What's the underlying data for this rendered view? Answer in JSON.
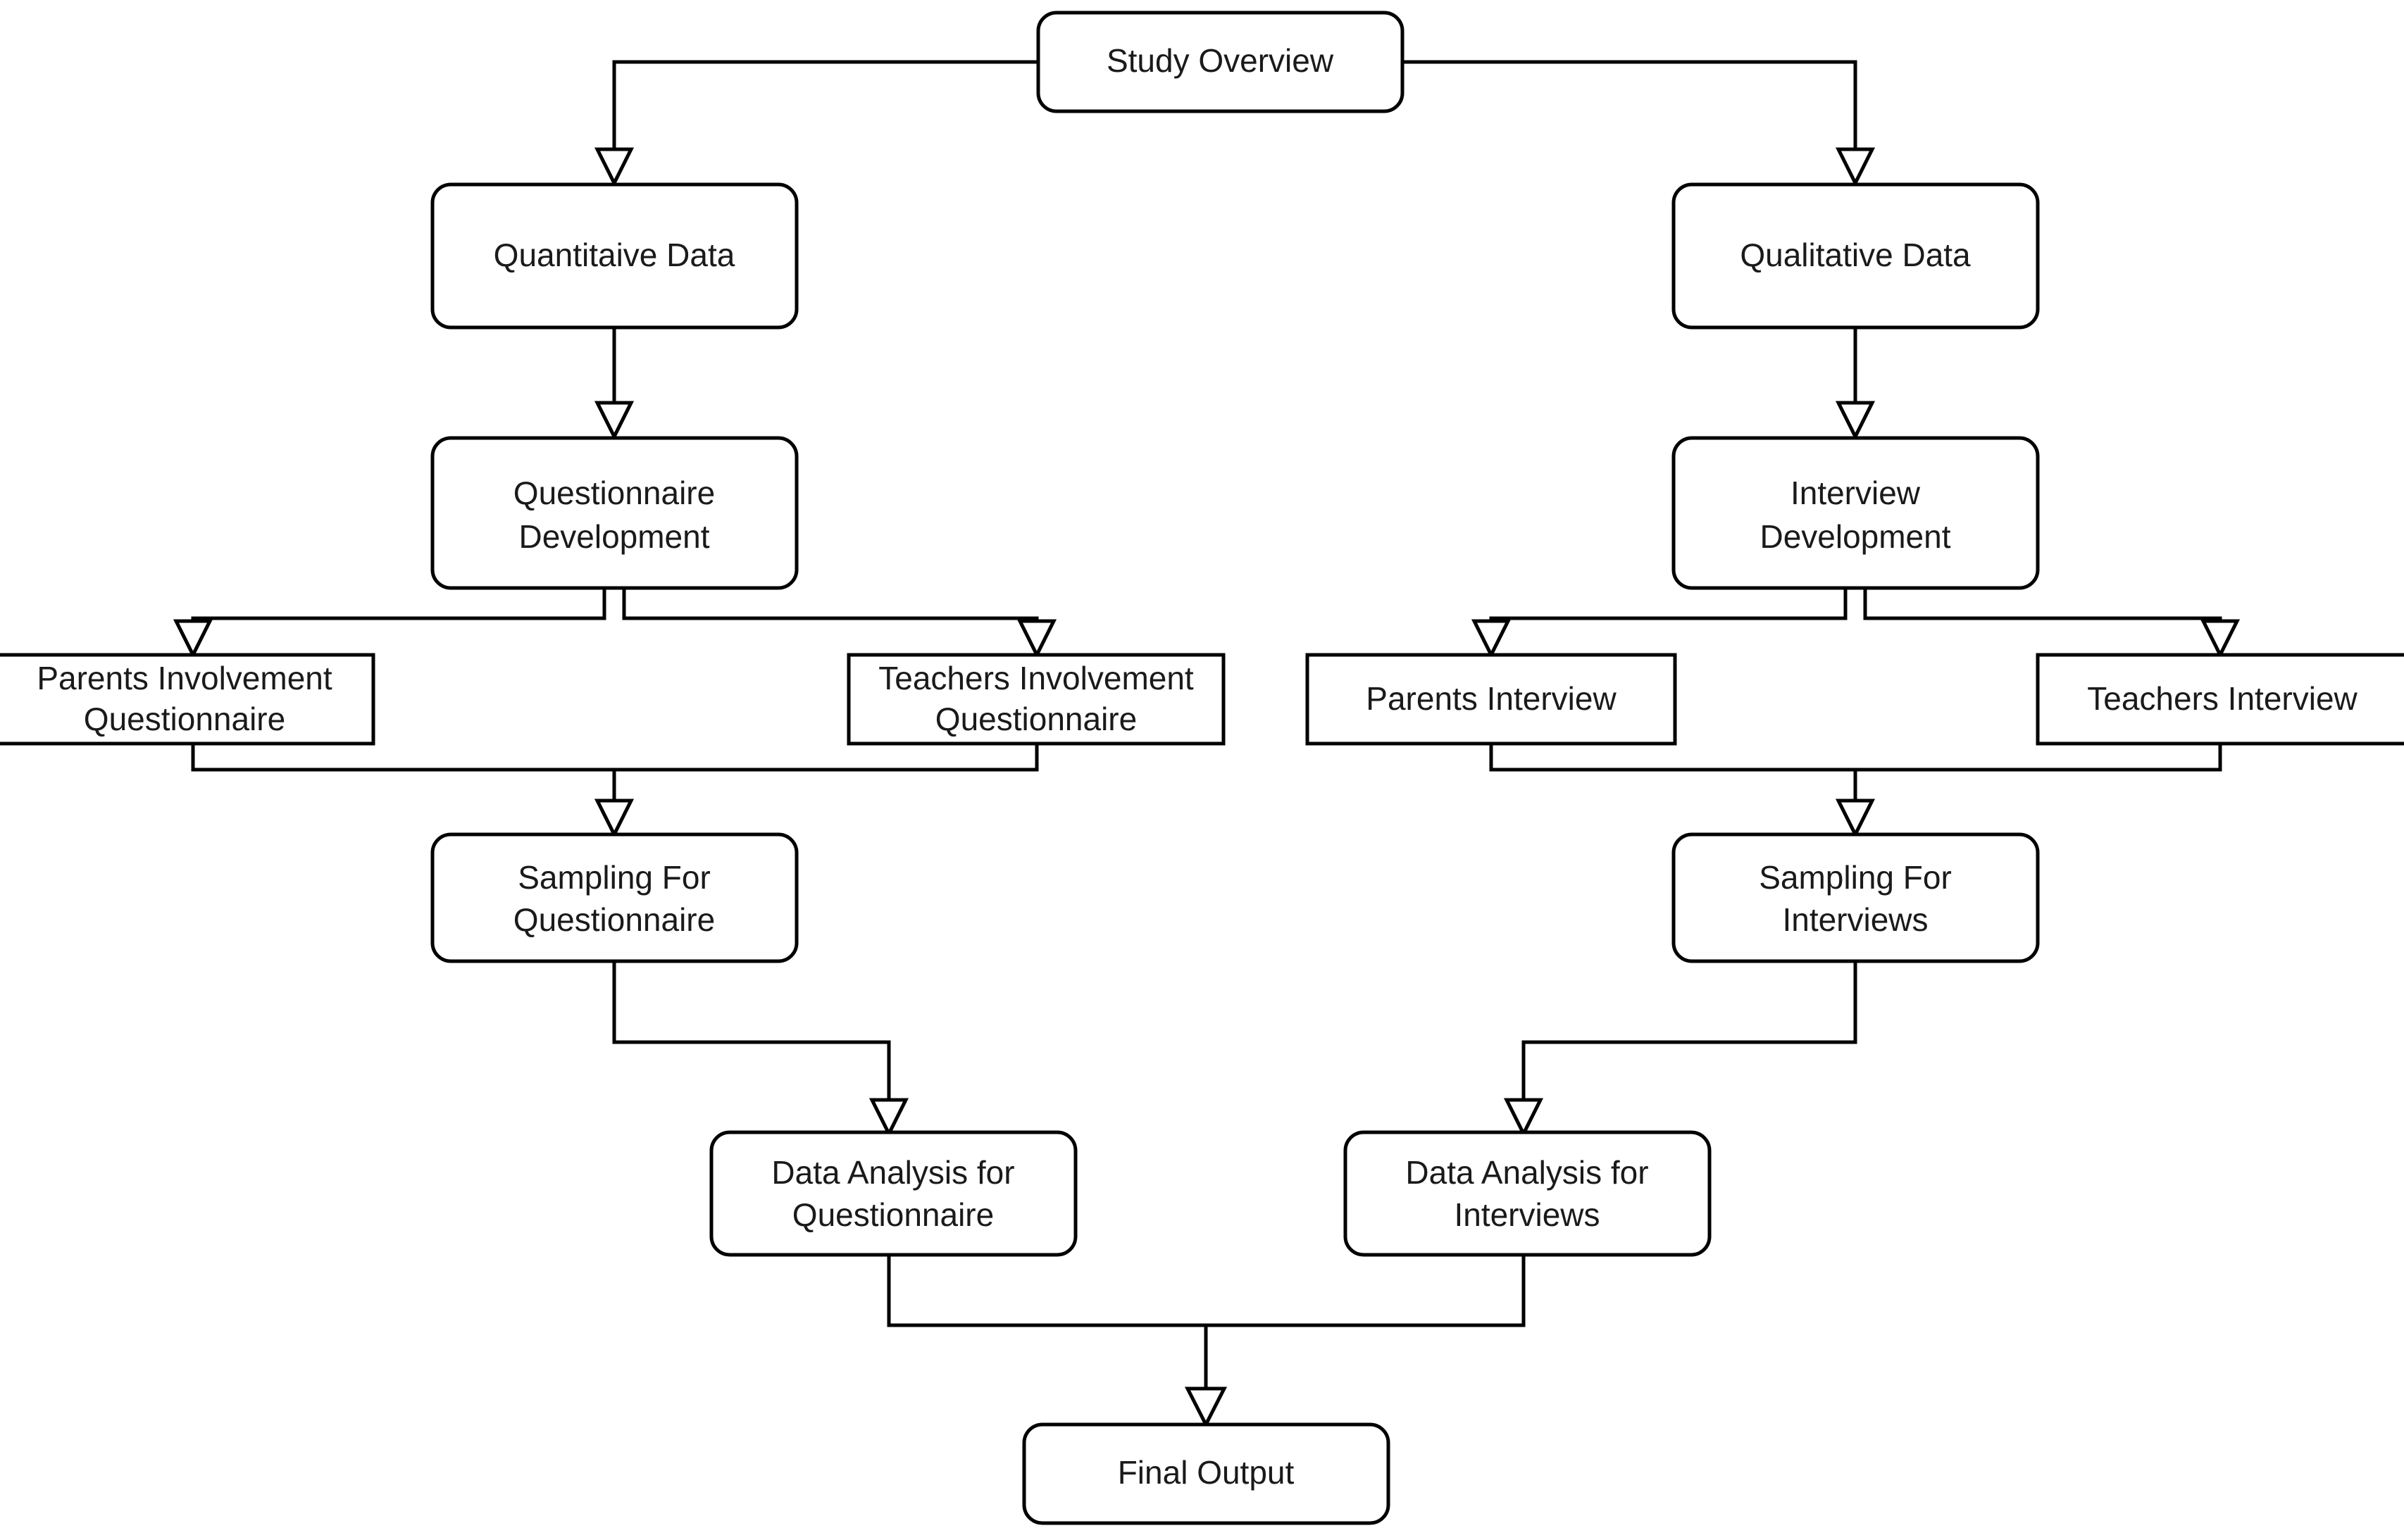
{
  "diagram": {
    "title": "Study Overview",
    "type": "flowchart",
    "orientation": "top-down",
    "colors": {
      "node_fill": "#ffffff",
      "node_stroke": "#000000",
      "text": "#1a1a1a",
      "background": "#ffffff",
      "edge": "#000000"
    },
    "nodes": [
      {
        "id": "study-overview",
        "label": "Study Overview",
        "lines": [
          "Study Overview"
        ],
        "shape": "rounded-rectangle",
        "level": 0
      },
      {
        "id": "quantitative-data",
        "label": "Quantitaive Data",
        "lines": [
          "Quantitaive Data"
        ],
        "shape": "rounded-rectangle",
        "level": 1,
        "branch": "quantitative"
      },
      {
        "id": "qualitative-data",
        "label": "Qualitative Data",
        "lines": [
          "Qualitative Data"
        ],
        "shape": "rounded-rectangle",
        "level": 1,
        "branch": "qualitative"
      },
      {
        "id": "questionnaire-development",
        "label": "Questionnaire Development",
        "lines": [
          "Questionnaire",
          "Development"
        ],
        "shape": "rounded-rectangle",
        "level": 2,
        "branch": "quantitative"
      },
      {
        "id": "interview-development",
        "label": "Interview Development",
        "lines": [
          "Interview",
          "Development"
        ],
        "shape": "rounded-rectangle",
        "level": 2,
        "branch": "qualitative"
      },
      {
        "id": "parents-involvement-questionnaire",
        "label": "Parents Involvement Questionnaire",
        "lines": [
          "Parents Involvement",
          "Questionnaire"
        ],
        "shape": "rectangle",
        "level": 3,
        "branch": "quantitative"
      },
      {
        "id": "teachers-involvement-questionnaire",
        "label": "Teachers Involvement Questionnaire",
        "lines": [
          "Teachers Involvement",
          "Questionnaire"
        ],
        "shape": "rectangle",
        "level": 3,
        "branch": "quantitative"
      },
      {
        "id": "parents-interview",
        "label": "Parents Interview",
        "lines": [
          "Parents Interview"
        ],
        "shape": "rectangle",
        "level": 3,
        "branch": "qualitative"
      },
      {
        "id": "teachers-interview",
        "label": "Teachers Interview",
        "lines": [
          "Teachers Interview"
        ],
        "shape": "rectangle",
        "level": 3,
        "branch": "qualitative"
      },
      {
        "id": "sampling-for-questionnaire",
        "label": "Sampling For Questionnaire",
        "lines": [
          "Sampling For",
          "Questionnaire"
        ],
        "shape": "rounded-rectangle",
        "level": 4,
        "branch": "quantitative"
      },
      {
        "id": "sampling-for-interviews",
        "label": "Sampling For Interviews",
        "lines": [
          "Sampling For",
          "Interviews"
        ],
        "shape": "rounded-rectangle",
        "level": 4,
        "branch": "qualitative"
      },
      {
        "id": "data-analysis-for-questionnaire",
        "label": "Data Analysis for Questionnaire",
        "lines": [
          "Data Analysis for",
          "Questionnaire"
        ],
        "shape": "rounded-rectangle",
        "level": 5,
        "branch": "quantitative"
      },
      {
        "id": "data-analysis-for-interviews",
        "label": "Data Analysis for Interviews",
        "lines": [
          "Data Analysis for",
          "Interviews"
        ],
        "shape": "rounded-rectangle",
        "level": 5,
        "branch": "qualitative"
      },
      {
        "id": "final-output",
        "label": "Final Output",
        "lines": [
          "Final Output"
        ],
        "shape": "rounded-rectangle",
        "level": 6
      }
    ],
    "edges": [
      {
        "from": "study-overview",
        "to": "quantitative-data",
        "style": "orthogonal",
        "arrow": "open-triangle"
      },
      {
        "from": "study-overview",
        "to": "qualitative-data",
        "style": "orthogonal",
        "arrow": "open-triangle"
      },
      {
        "from": "quantitative-data",
        "to": "questionnaire-development",
        "style": "straight",
        "arrow": "open-triangle"
      },
      {
        "from": "qualitative-data",
        "to": "interview-development",
        "style": "straight",
        "arrow": "open-triangle"
      },
      {
        "from": "questionnaire-development",
        "to": "parents-involvement-questionnaire",
        "style": "orthogonal",
        "arrow": "open-triangle"
      },
      {
        "from": "questionnaire-development",
        "to": "teachers-involvement-questionnaire",
        "style": "orthogonal",
        "arrow": "open-triangle"
      },
      {
        "from": "interview-development",
        "to": "parents-interview",
        "style": "orthogonal",
        "arrow": "open-triangle"
      },
      {
        "from": "interview-development",
        "to": "teachers-interview",
        "style": "orthogonal",
        "arrow": "open-triangle"
      },
      {
        "from": "parents-involvement-questionnaire",
        "to": "sampling-for-questionnaire",
        "style": "orthogonal-merge",
        "arrow": "open-triangle"
      },
      {
        "from": "teachers-involvement-questionnaire",
        "to": "sampling-for-questionnaire",
        "style": "orthogonal-merge",
        "arrow": "open-triangle"
      },
      {
        "from": "parents-interview",
        "to": "sampling-for-interviews",
        "style": "orthogonal-merge",
        "arrow": "open-triangle"
      },
      {
        "from": "teachers-interview",
        "to": "sampling-for-interviews",
        "style": "orthogonal-merge",
        "arrow": "open-triangle"
      },
      {
        "from": "sampling-for-questionnaire",
        "to": "data-analysis-for-questionnaire",
        "style": "orthogonal-offset",
        "arrow": "open-triangle"
      },
      {
        "from": "sampling-for-interviews",
        "to": "data-analysis-for-interviews",
        "style": "orthogonal-offset",
        "arrow": "open-triangle"
      },
      {
        "from": "data-analysis-for-questionnaire",
        "to": "final-output",
        "style": "orthogonal-merge",
        "arrow": "open-triangle"
      },
      {
        "from": "data-analysis-for-interviews",
        "to": "final-output",
        "style": "orthogonal-merge",
        "arrow": "open-triangle"
      }
    ]
  }
}
